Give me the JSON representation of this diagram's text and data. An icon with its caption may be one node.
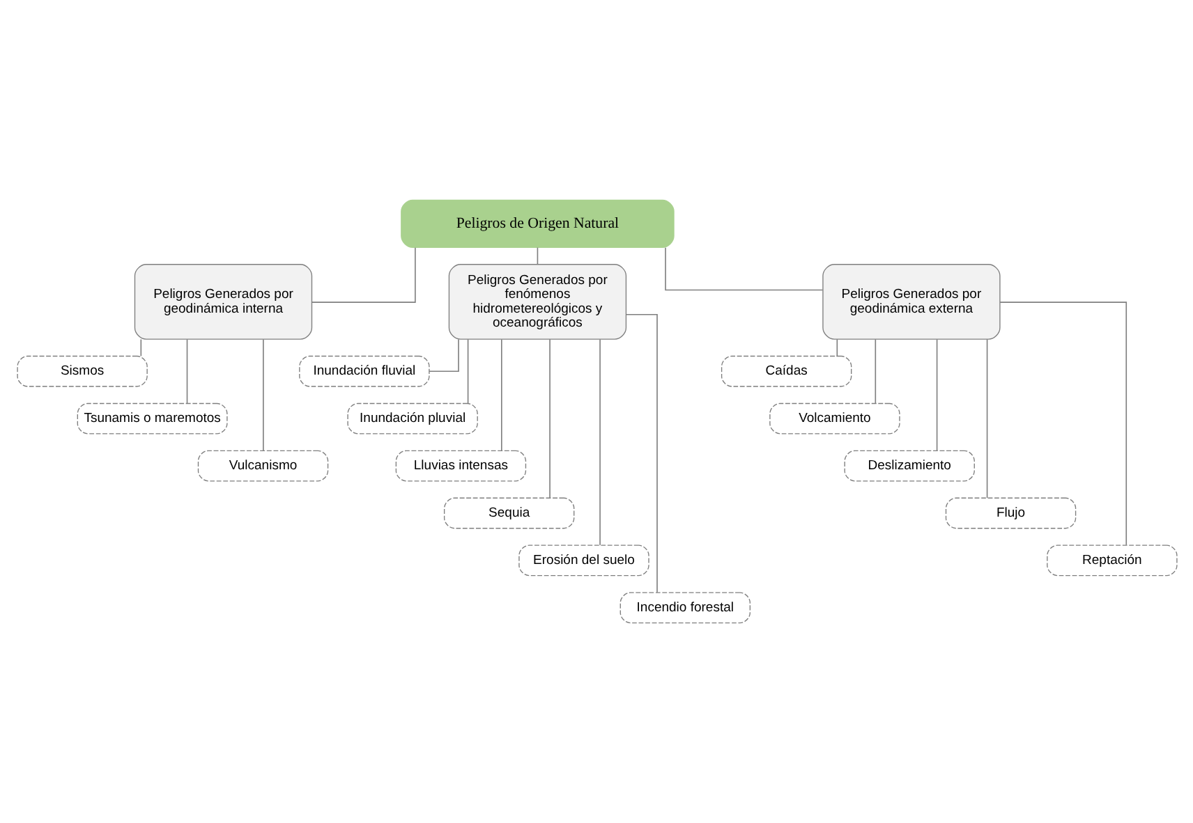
{
  "diagram": {
    "nodes": [
      {
        "text": [
          "Peligros de Origen Natural"
        ]
      },
      {
        "text": [
          "Peligros Generados por geodinámica interna"
        ]
      },
      {
        "text": [
          "Peligros Generados por fenómenos hidrometereológicos y oceanográficos"
        ]
      },
      {
        "text": [
          "Peligros Generados por geodinámica externa"
        ]
      },
      {
        "text": [
          "Sismos"
        ]
      },
      {
        "text": [
          "Tsunamis o maremotos"
        ]
      },
      {
        "text": [
          "Vulcanismo"
        ]
      },
      {
        "text": [
          "Inundación fluvial"
        ]
      },
      {
        "text": [
          "Inundación pluvial"
        ]
      },
      {
        "text": [
          "Lluvias intensas"
        ]
      },
      {
        "text": [
          "Sequia"
        ]
      },
      {
        "text": [
          "Erosión del suelo"
        ]
      },
      {
        "text": [
          "Incendio forestal"
        ]
      },
      {
        "text": [
          "Caídas"
        ]
      },
      {
        "text": [
          "Volcamiento"
        ]
      },
      {
        "text": [
          "Deslizamiento"
        ]
      },
      {
        "text": [
          "Flujo"
        ]
      },
      {
        "text": [
          "Reptación"
        ]
      }
    ],
    "edges": [
      {
        "from": 0,
        "to": 1,
        "arrow": "none"
      },
      {
        "from": 0,
        "to": 2,
        "arrow": "none"
      },
      {
        "from": 0,
        "to": 3,
        "arrow": "none"
      },
      {
        "from": 1,
        "to": 4,
        "arrow": "none"
      },
      {
        "from": 1,
        "to": 5,
        "arrow": "none"
      },
      {
        "from": 1,
        "to": 6,
        "arrow": "none"
      },
      {
        "from": 2,
        "to": 7,
        "arrow": "none"
      },
      {
        "from": 2,
        "to": 8,
        "arrow": "none"
      },
      {
        "from": 2,
        "to": 9,
        "arrow": "none"
      },
      {
        "from": 2,
        "to": 10,
        "arrow": "none"
      },
      {
        "from": 2,
        "to": 11,
        "arrow": "none"
      },
      {
        "from": 2,
        "to": 12,
        "arrow": "none"
      },
      {
        "from": 3,
        "to": 13,
        "arrow": "none"
      },
      {
        "from": 3,
        "to": 14,
        "arrow": "none"
      },
      {
        "from": 3,
        "to": 15,
        "arrow": "none"
      },
      {
        "from": 3,
        "to": 16,
        "arrow": "none"
      },
      {
        "from": 3,
        "to": 17,
        "arrow": "none"
      }
    ]
  }
}
